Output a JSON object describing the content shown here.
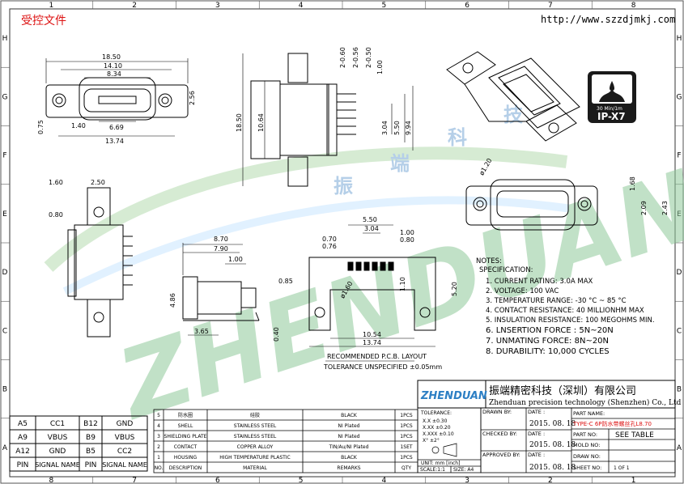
{
  "header": {
    "stamp": "受控文件",
    "url": "http://www.szzdjmkj.com"
  },
  "border": {
    "top_numbers": [
      "1",
      "2",
      "3",
      "4",
      "5",
      "6",
      "7",
      "8"
    ],
    "bottom_numbers": [
      "8",
      "7",
      "6",
      "5",
      "4",
      "3",
      "2",
      "1"
    ],
    "left_letters": [
      "H",
      "G",
      "F",
      "E",
      "D",
      "C",
      "B",
      "A"
    ],
    "right_letters": [
      "H",
      "G",
      "F",
      "E",
      "D",
      "C",
      "B",
      "A"
    ]
  },
  "watermark": {
    "text": "ZHENDUAN",
    "chinese": [
      "振",
      "端",
      "科",
      "技"
    ],
    "sub": "科技"
  },
  "front_view": {
    "dims": [
      "18.50",
      "14.10",
      "8.34",
      "2.56",
      "6.69",
      "1.40",
      "0.75",
      "13.74"
    ]
  },
  "side_view_top": {
    "dims": [
      "2-0.60",
      "2-0.56",
      "2-0.50",
      "1.00",
      "18.50",
      "10.64",
      "3.04",
      "5.50",
      "9.94"
    ]
  },
  "badge": {
    "line1": "30 Min/1m",
    "line2": "IP-X7"
  },
  "top_right_drawing": {
    "dims": [
      "ø1.20",
      "1.68",
      "2.09",
      "2.43"
    ]
  },
  "left_view": {
    "dims": [
      "1.60",
      "2.50",
      "0.80",
      "4.86"
    ]
  },
  "side_view_mid": {
    "dims": [
      "8.70",
      "7.90",
      "1.00",
      "0.85",
      "3.65",
      "0.40"
    ]
  },
  "pcb_layout": {
    "dims": [
      "5.50",
      "3.04",
      "1.00",
      "0.80",
      "0.70",
      "0.76",
      "ø1.60",
      "1.10",
      "5.20",
      "10.54",
      "13.74"
    ],
    "title": "RECOMMENDED   P.C.B. LAYOUT",
    "tolerance": "TOLERANCE UNSPECIFIED ±0.05mm"
  },
  "notes": {
    "title": "NOTES:",
    "spec": "SPECIFICATION:",
    "items": [
      "1. CURRENT RATING: 3.0A MAX",
      "2. VOLTAGE: 100 VAC",
      "3. TEMPERATURE RANGE: -30 °C ~ 85 °C",
      "4. CONTACT RESISTANCE: 40 MILLIONHM MAX",
      "5. INSULATION RESISTANCE: 100 MEGOHMS MIN.",
      "6. LNSERTION  FORCE : 5N~20N",
      "7. UNMATING FORCE: 8N~20N",
      "8. DURABILITY:  10,000 CYCLES"
    ]
  },
  "company": {
    "logo": "ZHENDUAN",
    "name_cn": "振端精密科技（深圳）有限公司",
    "name_en": "Zhenduan precision technology (Shenzhen) Co., Ltd"
  },
  "pin_table": [
    [
      "A5",
      "CC1",
      "B12",
      "GND"
    ],
    [
      "A9",
      "VBUS",
      "B9",
      "VBUS"
    ],
    [
      "A12",
      "GND",
      "B5",
      "CC2"
    ],
    [
      "PIN",
      "SIGNAL NAME",
      "PIN",
      "SIGNAL NAME"
    ]
  ],
  "bom_table": [
    [
      "5",
      "防水圈",
      "硅胶",
      "BLACK",
      "1PCS"
    ],
    [
      "4",
      "SHELL",
      "STAINLESS STEEL",
      "NI  Plated",
      "1PCS"
    ],
    [
      "3",
      "SHIELDING PLATE",
      "STAINLESS STEEL",
      "NI  Plated",
      "1PCS"
    ],
    [
      "2",
      "CONTACT",
      "COPPER ALLOY",
      "TIN/Au/NI Plated",
      "1SET"
    ],
    [
      "1",
      "HOUSING",
      "HIGH TEMPERATURE PLASTIC",
      "BLACK",
      "1PCS"
    ],
    [
      "NO.",
      "DESCRIPTION",
      "MATERIAL",
      "REMARKS",
      "QTY"
    ]
  ],
  "tolerance_block": {
    "title": "TOLERANCE:",
    "rows": [
      "X.X  ±0.30",
      "X.XX  ±0.20",
      "X.XXX  ±0.10",
      "X°  ±2°"
    ],
    "unit": "UNIT: mm [inch]",
    "scale": "SCALE:1:1",
    "size": "SIZE: A4"
  },
  "title_block": {
    "drawn_by": "DRAWN BY:",
    "date_label": "DATE :",
    "date": "2015. 08. 18",
    "checked_by": "CHECKED BY:",
    "approved_by": "APPROVED BY:",
    "part_name_label": "PART NAME:",
    "part_name": "TYPE-C  6P防水带螺丝孔L8.70",
    "part_no_label": "PART NO:",
    "see_table": "SEE TABLE",
    "mold_no": "MOLD NO:",
    "draw_no": "DRAW NO:",
    "sheet_no": "SHEET NO:",
    "sheet_val": "1 OF 1"
  }
}
